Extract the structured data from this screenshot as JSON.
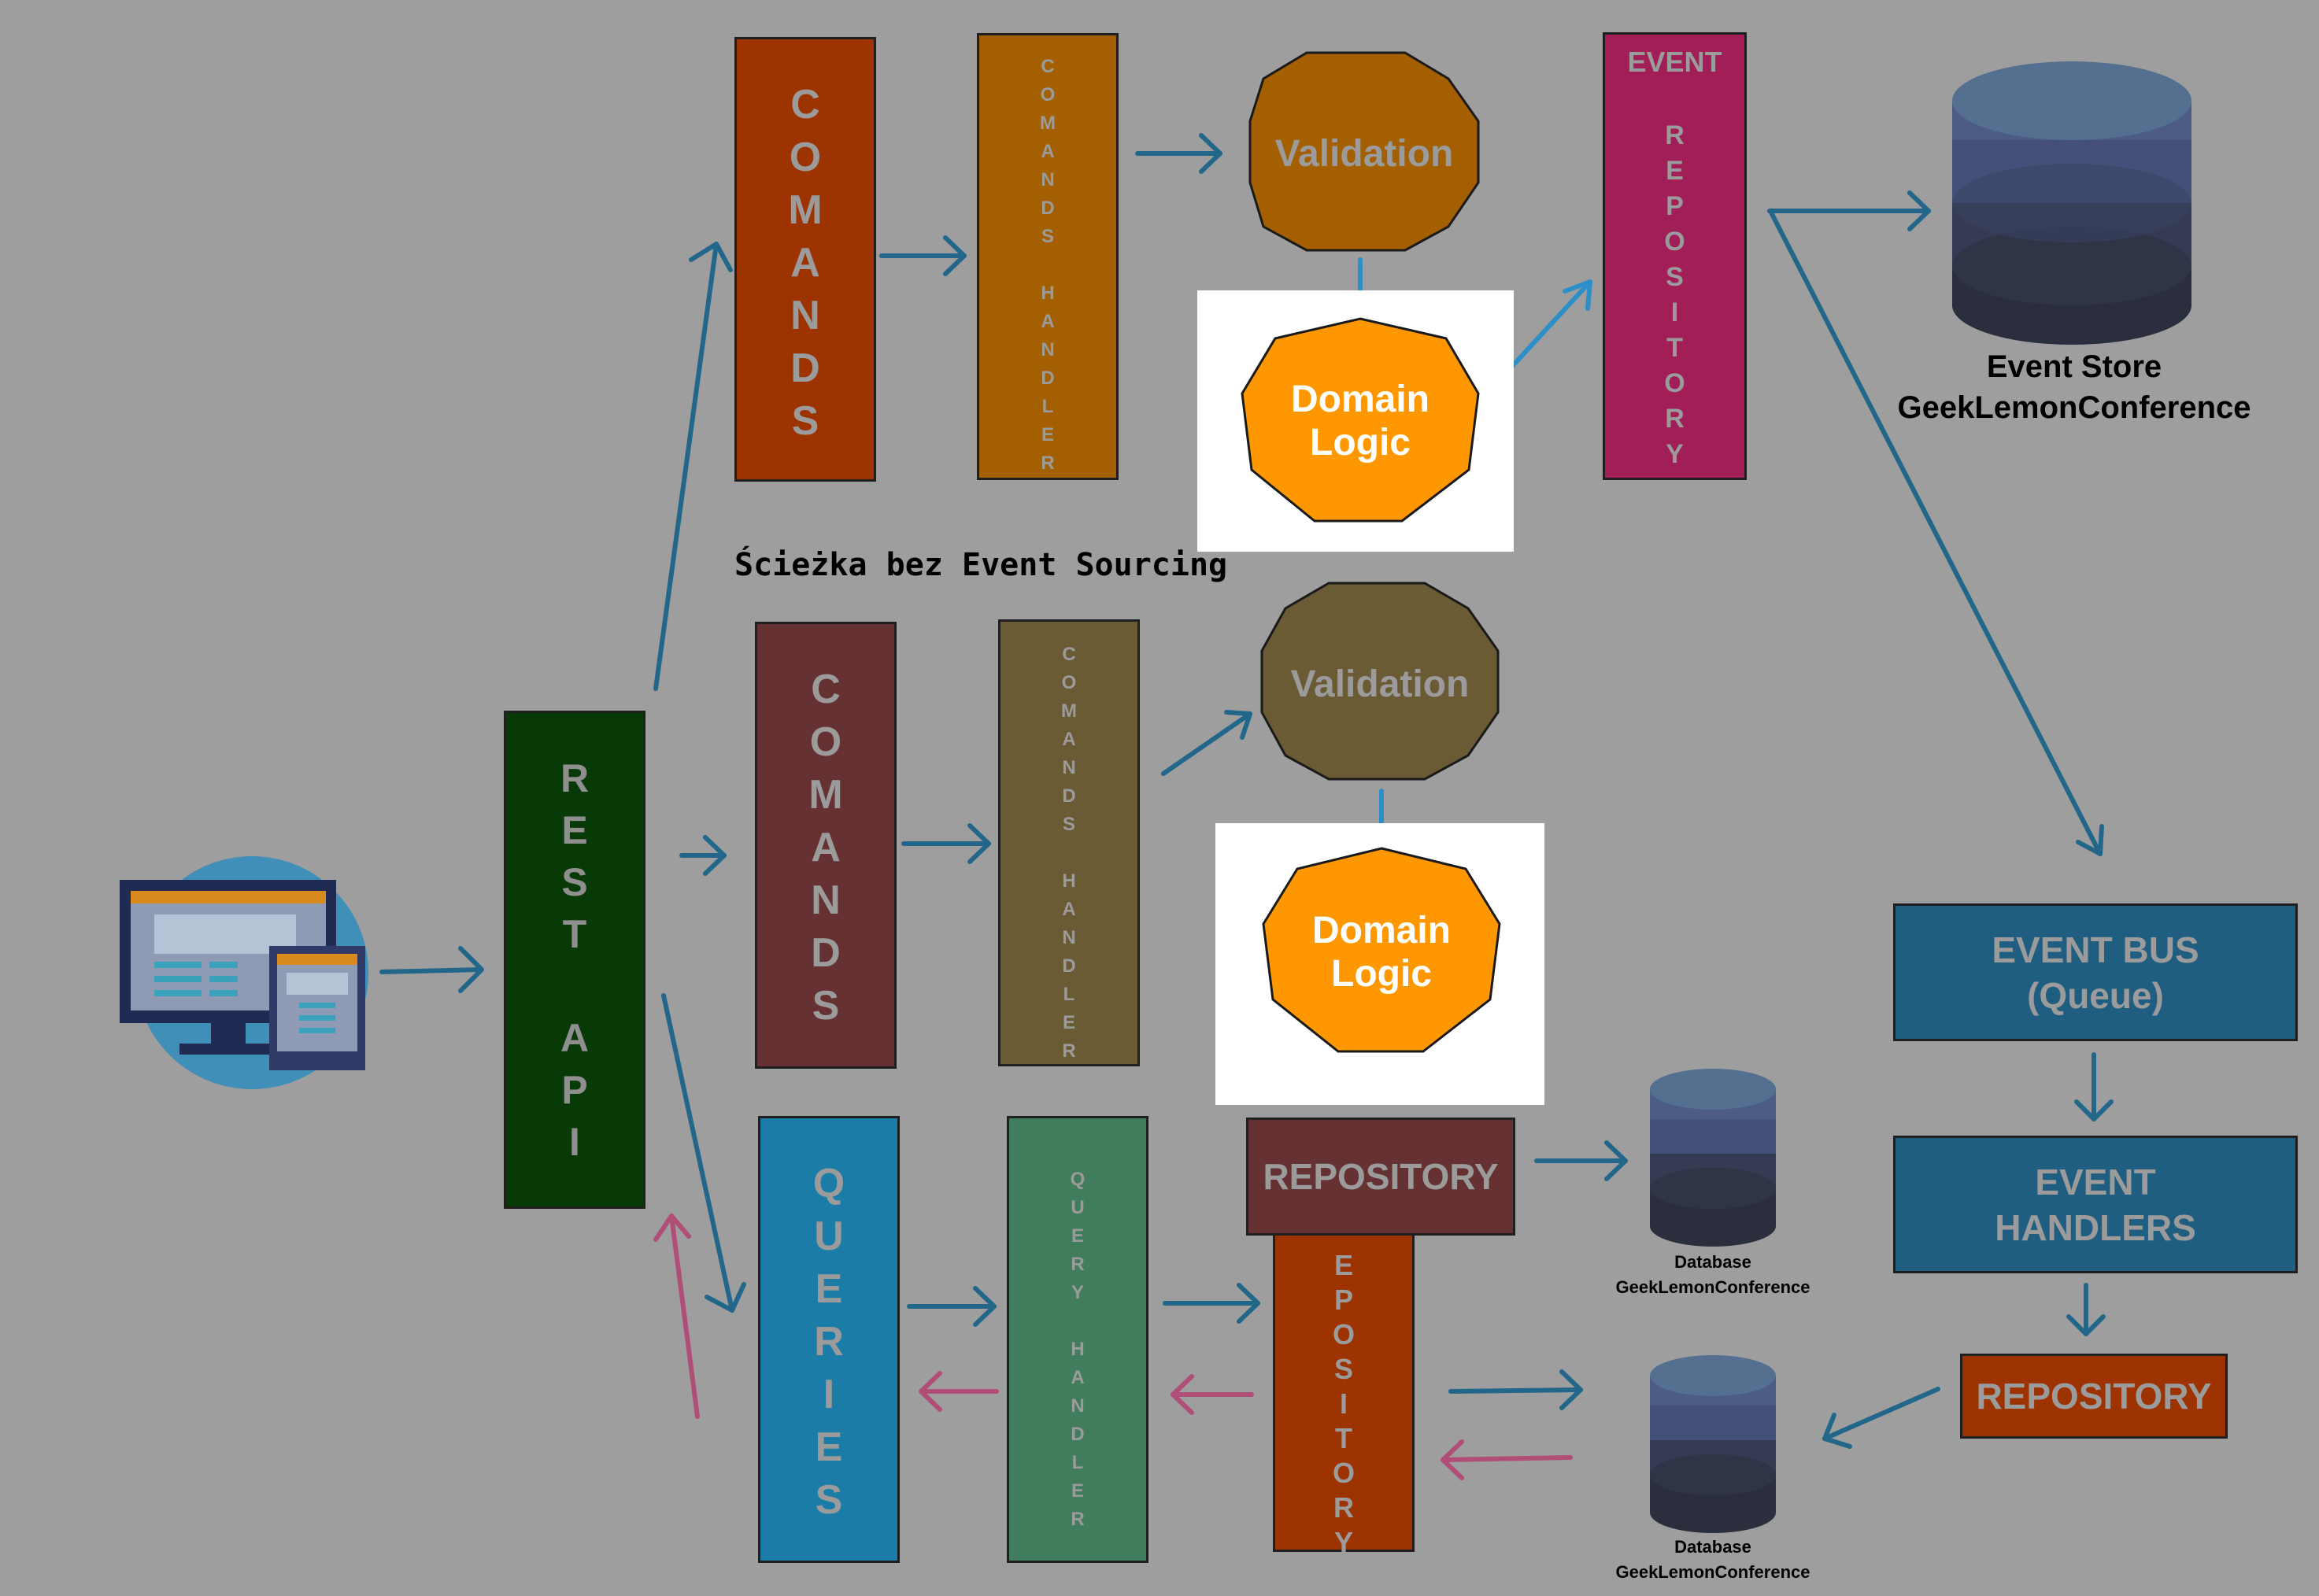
{
  "device": {
    "icon": "computer-and-tablet-icon"
  },
  "rest_api": {
    "letters": [
      "R",
      "E",
      "S",
      "T",
      "",
      "A",
      "P",
      "I"
    ]
  },
  "top_path": {
    "commands_letters": [
      "C",
      "O",
      "M",
      "A",
      "N",
      "D",
      "S"
    ],
    "handler_letters": [
      "C",
      "O",
      "M",
      "A",
      "N",
      "D",
      "S",
      "",
      "H",
      "A",
      "N",
      "D",
      "L",
      "E",
      "R"
    ],
    "validation": "Validation",
    "domain_logic": [
      "Domain",
      "Logic"
    ],
    "event_repo_title": "EVENT",
    "event_repo_letters": [
      "R",
      "E",
      "P",
      "O",
      "S",
      "I",
      "T",
      "O",
      "R",
      "Y"
    ]
  },
  "event_store": {
    "line1": "Event Store",
    "line2": "GeekLemonConference"
  },
  "section_title": "Ścieżka bez Event Sourcing",
  "middle_path": {
    "commands_letters": [
      "C",
      "O",
      "M",
      "A",
      "N",
      "D",
      "S"
    ],
    "handler_letters": [
      "C",
      "O",
      "M",
      "A",
      "N",
      "D",
      "S",
      "",
      "H",
      "A",
      "N",
      "D",
      "L",
      "E",
      "R"
    ],
    "validation": "Validation",
    "domain_logic": [
      "Domain",
      "Logic"
    ],
    "repository": "REPOSITORY"
  },
  "queries_path": {
    "queries_letters": [
      "Q",
      "U",
      "E",
      "R",
      "I",
      "E",
      "S"
    ],
    "handler_letters": [
      "Q",
      "U",
      "E",
      "R",
      "Y",
      "",
      "H",
      "A",
      "N",
      "D",
      "L",
      "E",
      "R"
    ],
    "repo_letters": [
      "E",
      "P",
      "O",
      "S",
      "I",
      "T",
      "O",
      "R",
      "Y"
    ]
  },
  "db_mid": {
    "line1": "Database",
    "line2": "GeekLemonConference"
  },
  "db_low": {
    "line1": "Database",
    "line2": "GeekLemonConference"
  },
  "event_bus": {
    "line1": "EVENT BUS",
    "line2": "(Queue)"
  },
  "event_handlers": {
    "line1": "EVENT",
    "line2": "HANDLERS"
  },
  "repository_right": "REPOSITORY",
  "colors": {
    "background": "#9e9e9e",
    "arrow_blue": "#22668a",
    "arrow_pink": "#b04e77",
    "arrow_light_blue": "#2d8fc8",
    "orange": "#ff9800"
  }
}
